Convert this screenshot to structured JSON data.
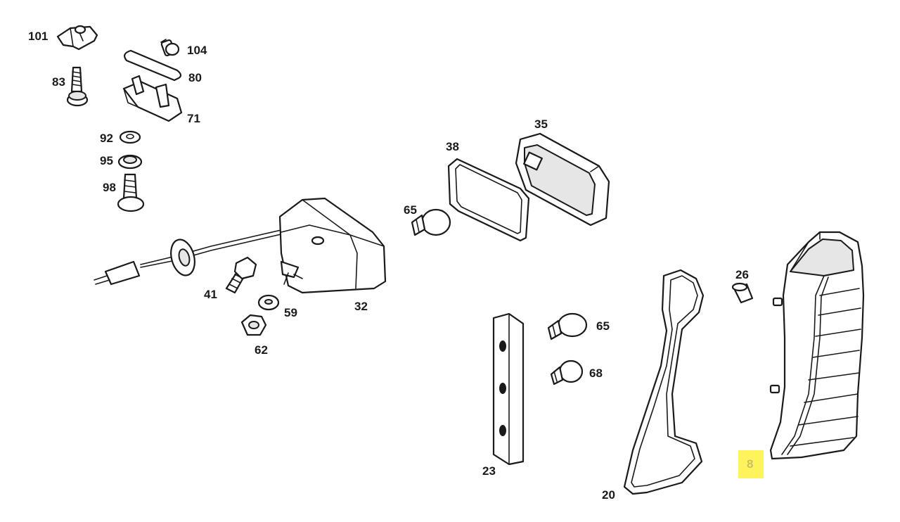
{
  "highlight_color": "#fff35c",
  "labels": {
    "p101": "101",
    "p104": "104",
    "p80": "80",
    "p83": "83",
    "p71": "71",
    "p92": "92",
    "p95": "95",
    "p98": "98",
    "p35": "35",
    "p38": "38",
    "p65a": "65",
    "p26": "26",
    "p41": "41",
    "p59": "59",
    "p32": "32",
    "p62": "62",
    "p65b": "65",
    "p68": "68",
    "p23": "23",
    "p20": "20",
    "p8": "8"
  }
}
